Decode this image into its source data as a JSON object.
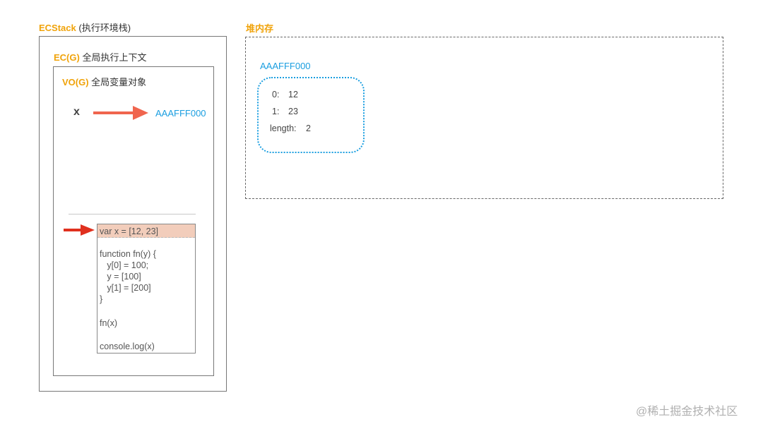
{
  "ecstack": {
    "accent": "ECStack",
    "text": " (执行环境栈)"
  },
  "ecg": {
    "accent": "EC(G)",
    "text": " 全局执行上下文"
  },
  "vog": {
    "accent": "VO(G)",
    "text": " 全局变量对象"
  },
  "variable": {
    "name": "x",
    "points_to": "AAAFFF000"
  },
  "code": {
    "current_line": "var x = [12, 23]",
    "lines": [
      "function fn(y) {",
      "   y[0] = 100;",
      "   y = [100]",
      "   y[1] = [200]",
      "}",
      "fn(x)",
      "console.log(x)"
    ]
  },
  "heap": {
    "title": "堆内存",
    "object": {
      "address": "AAAFFF000",
      "entries": [
        {
          "key": "0:",
          "value": "12"
        },
        {
          "key": "1:",
          "value": "23"
        },
        {
          "key": "length:",
          "value": "2"
        }
      ]
    }
  },
  "watermark": "@稀土掘金技术社区",
  "colors": {
    "accent": "#f0a30a",
    "address": "#1a9ee0",
    "arrow_pointer": "#f0654e",
    "arrow_exec": "#e0301e",
    "highlight": "#f2cdbb"
  }
}
